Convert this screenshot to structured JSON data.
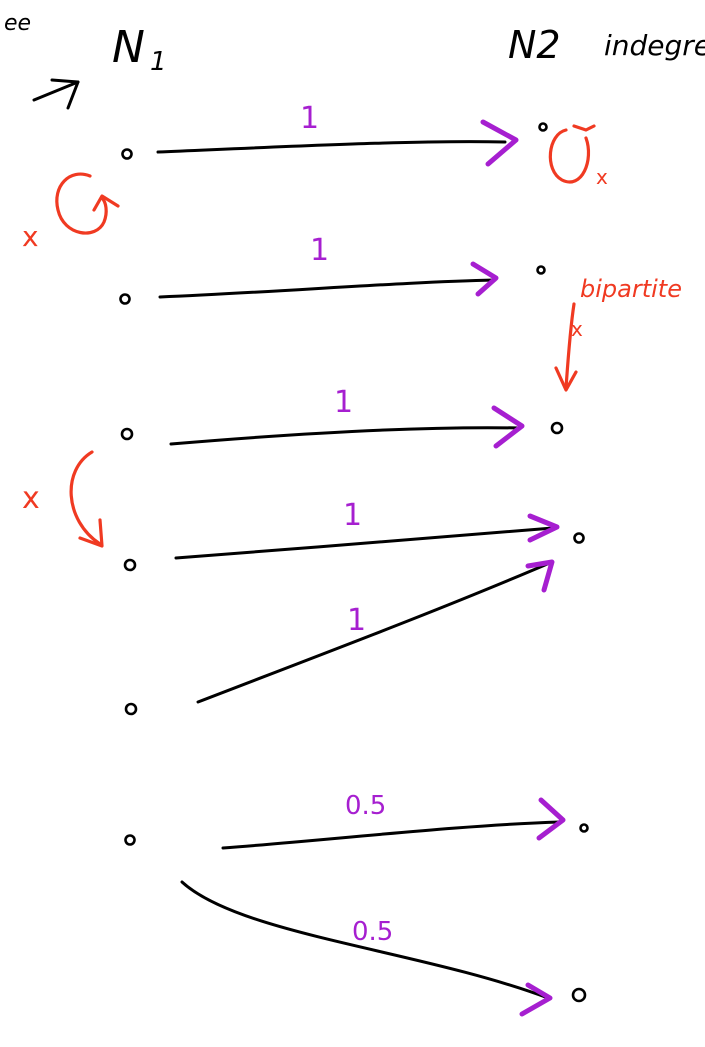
{
  "header": {
    "left_fragment": "ee",
    "set1_label": "N",
    "set1_subscript": "1",
    "set2_label": "N2",
    "set2_note": "indegre"
  },
  "annotations": {
    "bipartite": "bipartite",
    "x_mark": "x"
  },
  "edges": [
    {
      "weight": "1"
    },
    {
      "weight": "1"
    },
    {
      "weight": "1"
    },
    {
      "weight": "1"
    },
    {
      "weight": "1"
    },
    {
      "weight": "0.5"
    },
    {
      "weight": "0.5"
    }
  ],
  "colors": {
    "ink": "#000000",
    "annotation": "#f03a22",
    "weight": "#a61fd0"
  }
}
